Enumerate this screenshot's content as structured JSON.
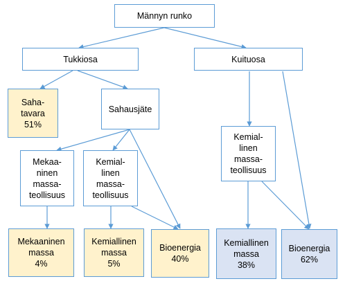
{
  "nodes": {
    "root": "Männyn runko",
    "tukkiosa": "Tukkiosa",
    "kuituosa": "Kuituosa",
    "sahatavara": "Saha-\ntavara\n51%",
    "sahausjate": "Sahausjäte",
    "mekaaninen_teollisuus": "Mekaa-\nninen\nmassa-\nteollisuus",
    "kemiallinen_teollisuus_a": "Kemial-\nlinen\nmassa-\nteollisuus",
    "kemiallinen_teollisuus_b": "Kemial-\nlinen\nmassa-\nteollisuus",
    "mekaaninen_massa": "Mekaaninen\nmassa\n4%",
    "kemiallinen_massa_a": "Kemiallinen\nmassa\n5%",
    "bioenergia_a": "Bioenergia\n40%",
    "kemiallinen_massa_b": "Kemiallinen\nmassa\n38%",
    "bioenergia_b": "Bioenergia\n62%"
  },
  "colors": {
    "border": "#5b9bd5",
    "arrow": "#5b9bd5",
    "product_yellow": "#fff2cc",
    "product_blue": "#dae3f3"
  }
}
